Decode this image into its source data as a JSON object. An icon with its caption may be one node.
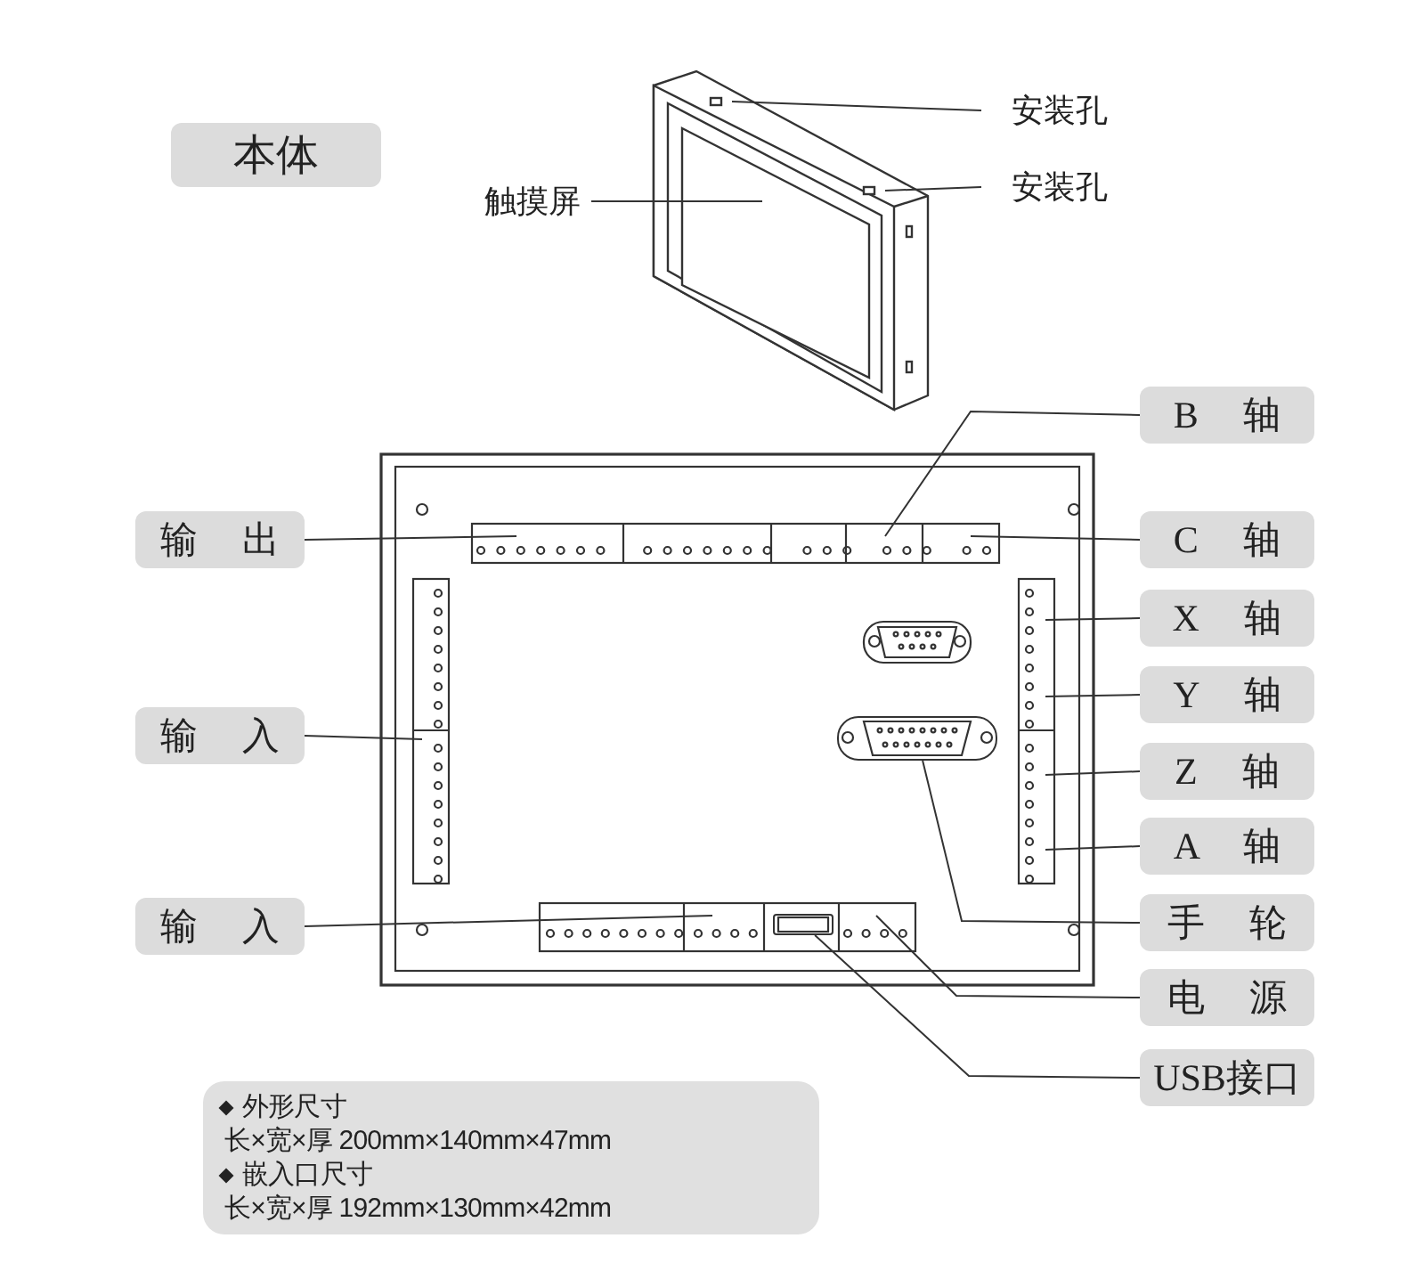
{
  "diagram": {
    "nodes": [
      {
        "text": [
          "本体"
        ]
      },
      {
        "text": [
          "触摸屏"
        ]
      },
      {
        "text": [
          "安装孔"
        ]
      },
      {
        "text": [
          "安装孔"
        ]
      },
      {
        "text": [
          "B 轴"
        ]
      },
      {
        "text": [
          "输 出"
        ]
      },
      {
        "text": [
          "C 轴"
        ]
      },
      {
        "text": [
          "X 轴"
        ]
      },
      {
        "text": [
          "输 入"
        ]
      },
      {
        "text": [
          "Y 轴"
        ]
      },
      {
        "text": [
          "Z 轴"
        ]
      },
      {
        "text": [
          "A 轴"
        ]
      },
      {
        "text": [
          "输 入"
        ]
      },
      {
        "text": [
          "手 轮"
        ]
      },
      {
        "text": [
          "电 源"
        ]
      },
      {
        "text": [
          "USB接口"
        ]
      },
      {
        "text": [
          "外形尺寸",
          "长×宽×厚 200mm×140mm×47mm",
          "嵌入口尺寸",
          "长×宽×厚 192mm×130mm×42mm"
        ]
      },
      {
        "text": [],
        "shape": "box"
      },
      {
        "text": [],
        "shape": "box"
      }
    ],
    "edges": [
      {
        "from": 1,
        "to": null,
        "arrow": "none"
      },
      {
        "from": 2,
        "to": null,
        "arrow": "none"
      },
      {
        "from": 3,
        "to": null,
        "arrow": "none"
      },
      {
        "from": 4,
        "to": null,
        "arrow": "none"
      },
      {
        "from": 5,
        "to": null,
        "arrow": "none"
      },
      {
        "from": 6,
        "to": null,
        "arrow": "none"
      },
      {
        "from": 7,
        "to": null,
        "arrow": "none"
      },
      {
        "from": 8,
        "to": null,
        "arrow": "none"
      },
      {
        "from": 9,
        "to": null,
        "arrow": "none"
      },
      {
        "from": 10,
        "to": null,
        "arrow": "none"
      },
      {
        "from": 11,
        "to": null,
        "arrow": "none"
      },
      {
        "from": 12,
        "to": null,
        "arrow": "none"
      },
      {
        "from": 13,
        "to": 17,
        "arrow": "none"
      },
      {
        "from": 14,
        "to": null,
        "arrow": "none"
      },
      {
        "from": 15,
        "to": 18,
        "arrow": "none"
      }
    ]
  }
}
